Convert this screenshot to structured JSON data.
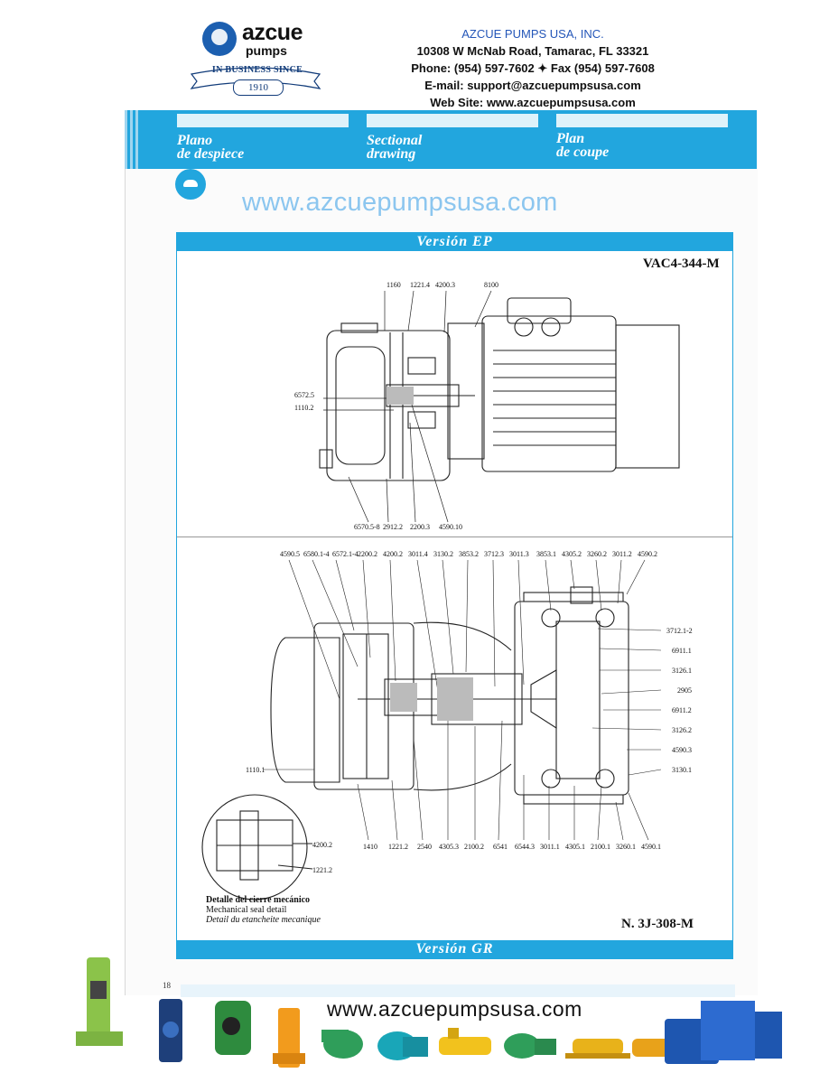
{
  "header": {
    "logo_brand": "azcue",
    "logo_sub": "pumps",
    "logo_since": "IN BUSINESS SINCE",
    "logo_year": "1910",
    "company_name": "AZCUE PUMPS USA, INC.",
    "address": "10308 W McNab Road, Tamarac, FL 33321",
    "phone": "Phone: (954) 597-7602 ✦ Fax (954) 597-7608",
    "email": "E-mail: support@azcuepumpsusa.com",
    "website": "Web Site: www.azcuepumpsusa.com"
  },
  "section_titles": {
    "es_1": "Plano",
    "es_2": "de despiece",
    "en_1": "Sectional",
    "en_2": "drawing",
    "fr_1": "Plan",
    "fr_2": "de coupe"
  },
  "watermark_url": "www.azcuepumpsusa.com",
  "drawing": {
    "top_bar": "Versión EP",
    "bottom_bar": "Versión GR",
    "model_top": "VAC4-344-M",
    "model_bottom": "N. 3J-308-M",
    "ep_labels_top": [
      "1160",
      "1221.4",
      "4200.3",
      "8100"
    ],
    "ep_labels_left": [
      "6572.5",
      "1110.2"
    ],
    "ep_labels_bottom": [
      "6570.5-8",
      "2912.2",
      "2200.3",
      "4590.10"
    ],
    "gr_labels_top": [
      "4590.5",
      "6580.1-4",
      "6572.1-4",
      "2200.2",
      "4200.2",
      "3011.4",
      "3130.2",
      "3853.2",
      "3712.3",
      "3011.3",
      "3853.1",
      "4305.2",
      "3260.2",
      "3011.2",
      "4590.2"
    ],
    "gr_labels_right": [
      "3712.1-2",
      "6911.1",
      "3126.1",
      "2905",
      "6911.2",
      "3126.2",
      "4590.3",
      "3130.1"
    ],
    "gr_labels_left": [
      "1110.1"
    ],
    "gr_labels_bottom": [
      "1410",
      "1221.2",
      "2540",
      "4305.3",
      "2100.2",
      "6541",
      "6544.3",
      "3011.1",
      "4305.1",
      "2100.1",
      "3260.1",
      "4590.1"
    ],
    "detail_labels": [
      "4200.2",
      "1221.2"
    ],
    "detail_caption_es": "Detalle del cierre mecánico",
    "detail_caption_en": "Mechanical seal detail",
    "detail_caption_fr": "Detail du etancheite mecanique"
  },
  "page_number": "18",
  "footer": {
    "url": "www.azcuepumpsusa.com"
  },
  "colors": {
    "accent_blue": "#22a6de",
    "company_blue": "#2456b8",
    "watermark_blue": "#8cc6ef"
  }
}
